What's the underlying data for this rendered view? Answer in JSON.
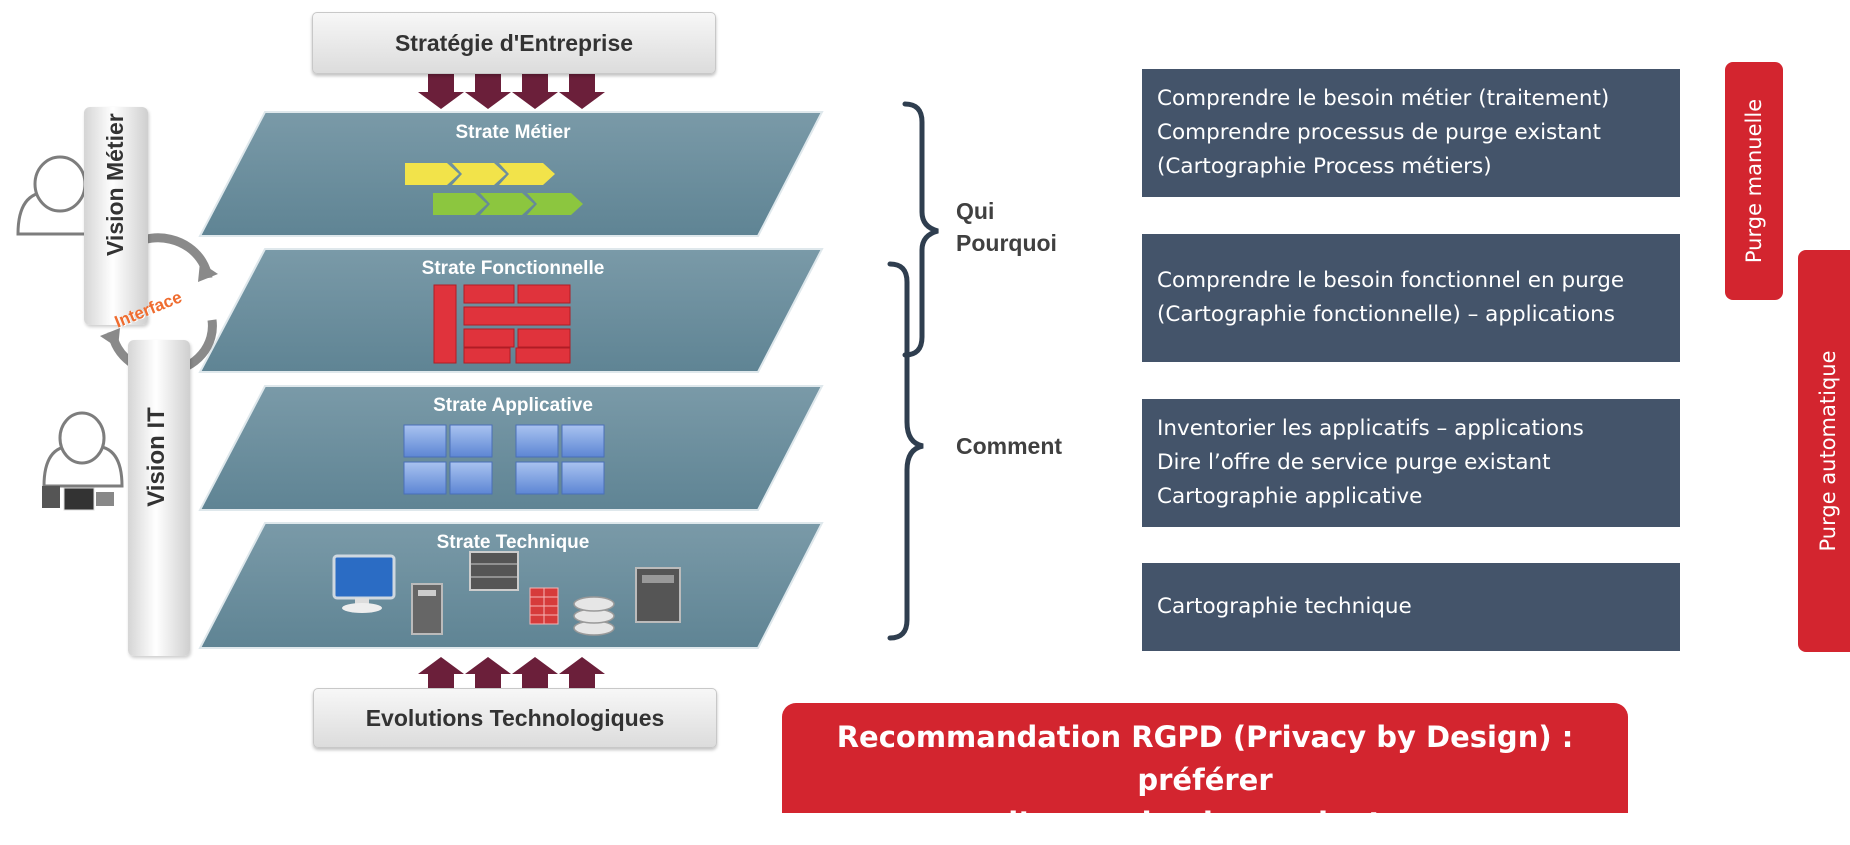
{
  "top_box": "Stratégie d'Entreprise",
  "bottom_box": "Evolutions Technologiques",
  "vision_metier": "Vision Métier",
  "vision_it": "Vision IT",
  "interface": "Interface",
  "strates": [
    "Strate Métier",
    "Strate Fonctionnelle",
    "Strate Applicative",
    "Strate Technique"
  ],
  "bracket_labels": {
    "qui": "Qui",
    "pourquoi": "Pourquoi",
    "comment": "Comment"
  },
  "boxes": [
    {
      "lines": [
        "Comprendre le besoin métier (traitement)",
        "Comprendre processus de purge existant",
        "(Cartographie Process métiers)"
      ]
    },
    {
      "lines": [
        "Comprendre le besoin fonctionnel en purge",
        "(Cartographie fonctionnelle) – applications"
      ]
    },
    {
      "lines": [
        "Inventorier les applicatifs – applications",
        "Dire l’offre de service purge existant",
        "Cartographie applicative"
      ]
    },
    {
      "lines": [
        "Cartographie technique"
      ]
    }
  ],
  "tabs": {
    "manual": "Purge manuelle",
    "auto": "Purge automatique"
  },
  "recommendation": {
    "line1": "Recommandation RGPD (Privacy by Design) : préférer",
    "line2": "l’approche descendante"
  },
  "colors": {
    "slate": "#44546a",
    "red": "#d3252f",
    "plane": "#6b8e9d",
    "arrow": "#6b1f3a"
  }
}
